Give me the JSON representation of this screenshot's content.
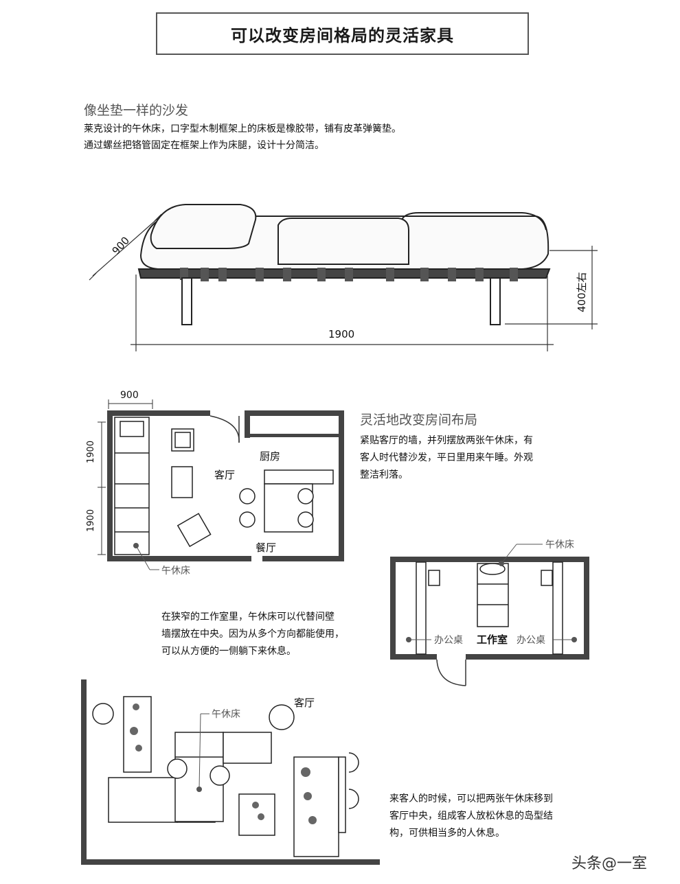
{
  "title": "可以改变房间格局的灵活家具",
  "section1": {
    "heading": "像坐垫一样的沙发",
    "line1": "莱克设计的午休床，口字型木制框架上的床板是橡胶带，铺有皮革弹簧垫。",
    "line2": "通过螺丝把铬管固定在框架上作为床腿，设计十分简洁。"
  },
  "daybed": {
    "depth": "900",
    "length": "1900",
    "height": "400左右"
  },
  "section2": {
    "heading": "灵活地改变房间布局",
    "line1": "紧贴客厅的墙，并列摆放两张午休床，有",
    "line2": "客人时代替沙发，平日里用来午睡。外观",
    "line3": "整洁利落。"
  },
  "plan1": {
    "dim_top": "900",
    "dim_left1": "1900",
    "dim_left2": "1900",
    "kitchen": "厨房",
    "living": "客厅",
    "dining": "餐厅",
    "daybed": "午休床"
  },
  "section3": {
    "line1": "在狭窄的工作室里，午休床可以代替间壁",
    "line2": "墙摆放在中央。因为从多个方向都能使用，",
    "line3": "可以从方便的一侧躺下来休息。"
  },
  "plan2": {
    "daybed": "午休床",
    "desk_left": "办公桌",
    "studio": "工作室",
    "desk_right": "办公桌"
  },
  "plan3": {
    "living": "客厅",
    "daybed": "午休床"
  },
  "section4": {
    "line1": "来客人的时候，可以把两张午休床移到",
    "line2": "客厅中央，组成客人放松休息的岛型结",
    "line3": "构，可供相当多的人休息。"
  },
  "watermark": "头条@一室"
}
